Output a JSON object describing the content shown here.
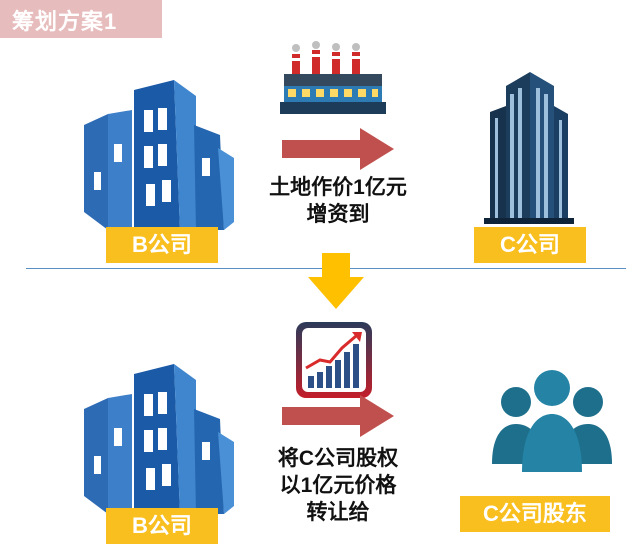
{
  "title": "筹划方案1",
  "top": {
    "left_label": "B公司",
    "right_label": "C公司",
    "caption_line1": "土地作价1亿元",
    "caption_line2": "增资到",
    "left_icon": "office-building-icon",
    "middle_icon": "factory-icon",
    "right_icon": "tower-building-icon"
  },
  "bottom": {
    "left_label": "B公司",
    "right_label": "C公司股东",
    "caption_line1": "将C公司股权",
    "caption_line2": "以1亿元价格",
    "caption_line3": "转让给",
    "left_icon": "office-building-icon",
    "middle_icon": "growth-chart-icon",
    "right_icon": "people-group-icon"
  },
  "colors": {
    "label_bg": "#f9bf1f",
    "title_bg": "#e7bcbc",
    "arrow_red": "#c0504d",
    "arrow_yellow": "#ffc000",
    "building_blue": "#1f5fa8"
  }
}
